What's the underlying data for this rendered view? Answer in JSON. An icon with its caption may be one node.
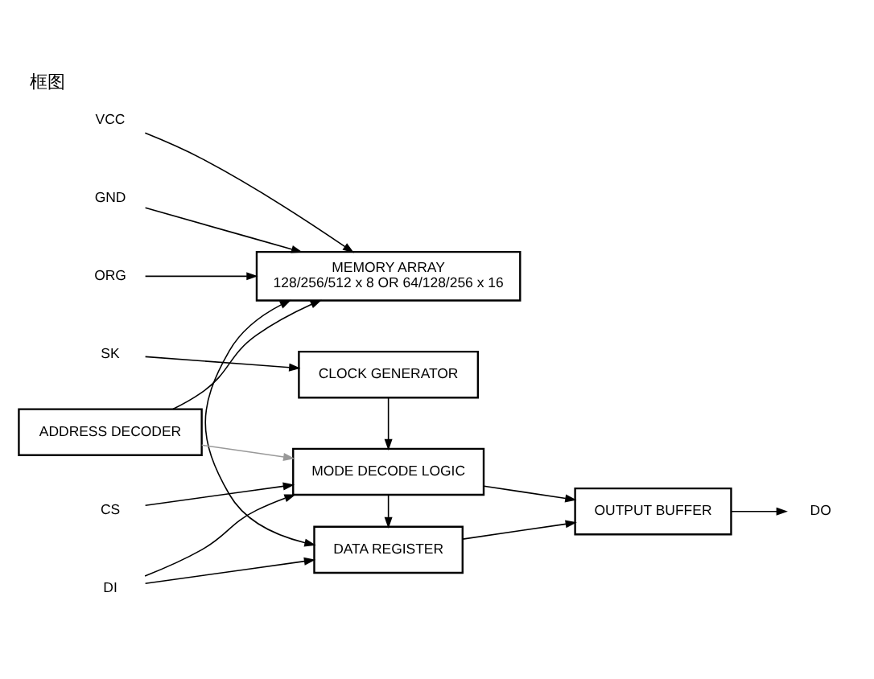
{
  "diagram": {
    "title": "框图",
    "nodes": [
      {
        "text": [
          "VCC"
        ]
      },
      {
        "text": [
          "GND"
        ]
      },
      {
        "text": [
          "MEMORY ARRAY",
          "128/256/512 x 8 OR 64/128/256 x 16"
        ]
      },
      {
        "text": [
          "ORG"
        ]
      },
      {
        "text": [
          "ADDRESS DECODER"
        ]
      },
      {
        "text": [
          "DATA REGISTER"
        ]
      },
      {
        "text": [
          "DI"
        ]
      },
      {
        "text": [
          "MODE DECODE LOGIC"
        ]
      },
      {
        "text": [
          "OUTPUT BUFFER"
        ]
      },
      {
        "text": [
          "CS"
        ]
      },
      {
        "text": [
          "SK"
        ]
      },
      {
        "text": [
          "CLOCK GENERATOR"
        ]
      },
      {
        "text": [
          "DO"
        ]
      }
    ],
    "edges": [
      {
        "from": 0,
        "to": 2,
        "arrow": "to"
      },
      {
        "from": 1,
        "to": 2,
        "arrow": "to"
      },
      {
        "from": 3,
        "to": 2,
        "arrow": "to"
      },
      {
        "from": 4,
        "to": 2,
        "arrow": "to"
      },
      {
        "from": 2,
        "to": 5,
        "arrow": "both"
      },
      {
        "from": 6,
        "to": 5,
        "arrow": "to"
      },
      {
        "from": 6,
        "to": 7,
        "arrow": "to"
      },
      {
        "from": 7,
        "to": 5,
        "arrow": "to"
      },
      {
        "from": 5,
        "to": 8,
        "arrow": "to"
      },
      {
        "from": 4,
        "to": 7,
        "arrow": "to",
        "color": "#999999"
      },
      {
        "from": 9,
        "to": 7,
        "arrow": "to"
      },
      {
        "from": 7,
        "to": 8,
        "arrow": "to"
      },
      {
        "from": 10,
        "to": 11,
        "arrow": "to"
      },
      {
        "from": 11,
        "to": 7,
        "arrow": "to"
      },
      {
        "from": 8,
        "to": 12,
        "arrow": "to"
      }
    ]
  }
}
